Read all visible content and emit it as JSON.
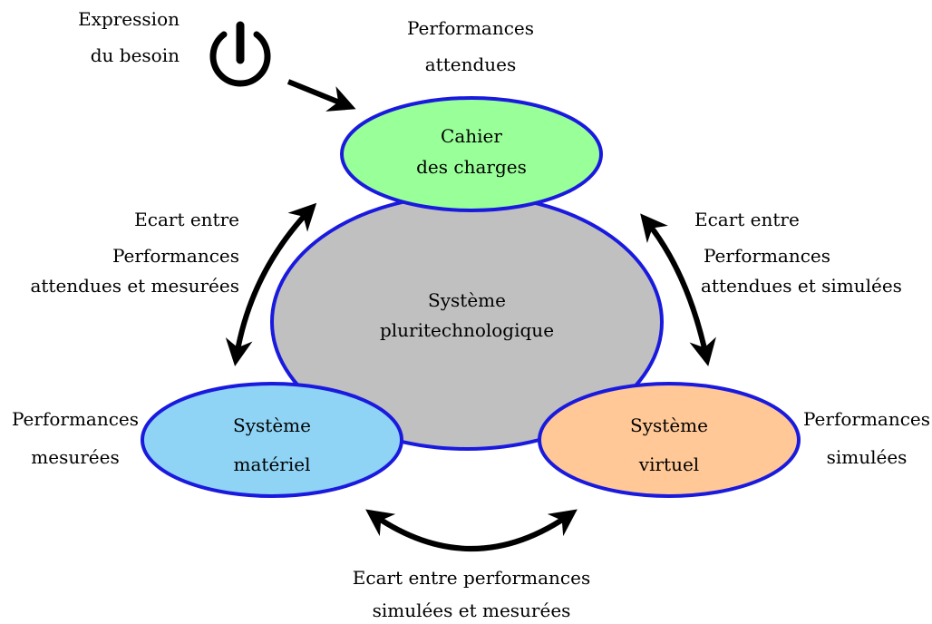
{
  "labels": {
    "expression": [
      "Expression",
      "du besoin"
    ],
    "perf_attendues": [
      "Performances",
      "attendues"
    ],
    "perf_mesurees": [
      "Performances",
      "mesurées"
    ],
    "perf_simulees": [
      "Performances",
      "simulées"
    ],
    "ecart_gauche": [
      "Ecart entre",
      "Performances",
      "attendues et mesurées"
    ],
    "ecart_droite": [
      "Ecart entre",
      "Performances",
      "attendues et simulées"
    ],
    "ecart_bas": [
      "Ecart entre performances",
      "simulées et mesurées"
    ]
  },
  "nodes": {
    "cahier": {
      "lines": [
        "Cahier",
        "des charges"
      ],
      "fill": "#99ff99"
    },
    "systeme": {
      "lines": [
        "Système",
        "pluritechnologique"
      ],
      "fill": "#c0c0c0"
    },
    "materiel": {
      "lines": [
        "Système",
        "matériel"
      ],
      "fill": "#8fd3f5"
    },
    "virtuel": {
      "lines": [
        "Système",
        "virtuel"
      ],
      "fill": "#ffc896"
    }
  },
  "colors": {
    "outline": "#1a1adf",
    "arrow": "#000000"
  },
  "icons": {
    "start": "power-icon"
  }
}
